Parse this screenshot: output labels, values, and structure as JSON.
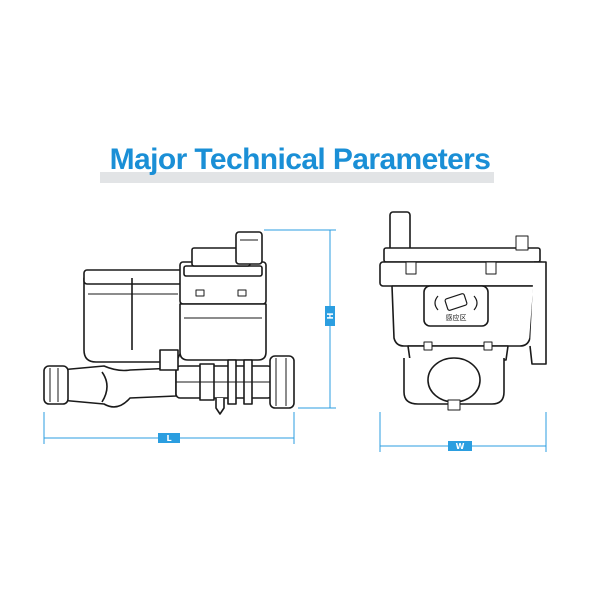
{
  "header": {
    "title": "Major Technical Parameters"
  },
  "dimensions": {
    "length_label": "L",
    "height_label": "H",
    "width_label": "W"
  },
  "front_panel": {
    "text": "感应区"
  },
  "colors": {
    "accent": "#1a8fd6",
    "dim_tag": "#2b9ee0",
    "line": "#1a1a1a",
    "bar": "#e2e4e6"
  }
}
